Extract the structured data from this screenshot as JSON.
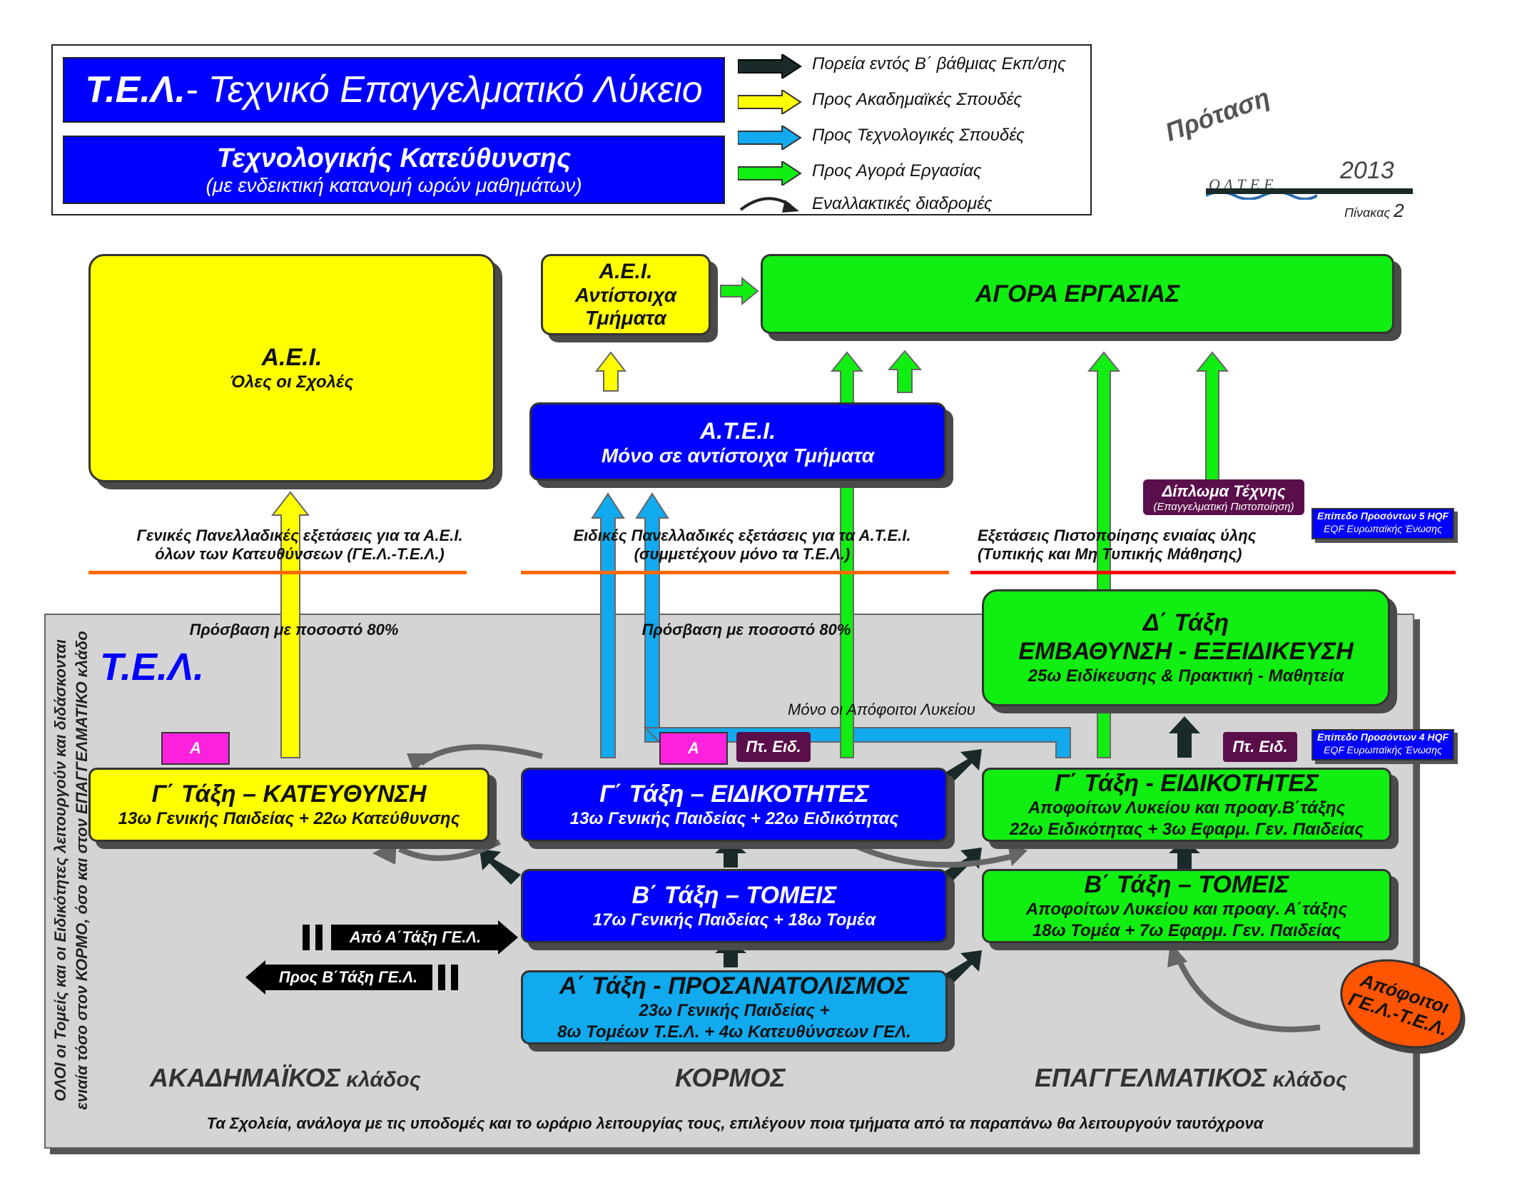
{
  "header": {
    "title_bold": "Τ.Ε.Λ.",
    "title_rest": " - Τεχνικό Επαγγελματικό Λύκειο",
    "subtitle": "Τεχνολογικής Κατεύθυνσης",
    "subtitle2": "(με ενδεικτική κατανομή ωρών μαθημάτων)"
  },
  "legend": [
    {
      "label": "Πορεία εντός Β΄ βάθμιας Εκπ/σης",
      "color": "#1a2a2a",
      "icon": "dark-arrow-icon"
    },
    {
      "label": "Προς Ακαδημαϊκές Σπουδές",
      "color": "#ffff00",
      "icon": "yellow-arrow-icon"
    },
    {
      "label": "Προς Τεχνολογικές Σπουδές",
      "color": "#11aaee",
      "icon": "blue-arrow-icon"
    },
    {
      "label": "Προς Αγορά Εργασίας",
      "color": "#11ee11",
      "icon": "green-arrow-icon"
    },
    {
      "label": "Εναλλακτικές διαδρομές",
      "color": "#222222",
      "icon": "curved-arrow-icon"
    }
  ],
  "proposal": "Πρόταση",
  "year": "2013",
  "logo_text": "ΟΛΤΕΕ",
  "table_label": "Πίνακας",
  "table_number": "2",
  "boxes": {
    "aei_all_t1": "Α.Ε.Ι.",
    "aei_all_t2": "Όλες οι Σχολές",
    "aei_corr_t1": "Α.Ε.Ι.",
    "aei_corr_t2": "Αντίστοιχα",
    "aei_corr_t3": "Τμήματα",
    "market": "ΑΓΟΡΑ ΕΡΓΑΣΙΑΣ",
    "atei_t1": "Α.Τ.Ε.Ι.",
    "atei_t2": "Μόνο σε αντίστοιχα Τμήματα",
    "d_t1": "Δ΄ Τάξη",
    "d_t2": "ΕΜΒΑΘΥΝΣΗ - ΕΞΕΙΔΙΚΕΥΣΗ",
    "d_t3": "25ω Ειδίκευσης & Πρακτική - Μαθητεία",
    "g_acad_t1": "Γ΄ Τάξη –  ΚΑΤΕΥΘΥΝΣΗ",
    "g_acad_t2": "13ω Γενικής Παιδείας + 22ω Κατεύθυνσης",
    "g_core_t1": "Γ΄ Τάξη – ΕΙΔΙΚΟΤΗΤΕΣ",
    "g_core_t2": "13ω Γενικής Παιδείας + 22ω Ειδικότητας",
    "g_voc_t1": "Γ΄ Τάξη  - ΕΙΔΙΚΟΤΗΤΕΣ",
    "g_voc_t2": "Αποφοίτων Λυκείου και προαγ.Β΄τάξης",
    "g_voc_t3": "22ω Ειδικότητας + 3ω Εφαρμ. Γεν. Παιδείας",
    "b_core_t1": "Β΄ Τάξη – ΤΟΜΕΙΣ",
    "b_core_t2": "17ω Γενικής Παιδείας + 18ω Τομέα",
    "b_voc_t1": "Β΄ Τάξη – ΤΟΜΕΙΣ",
    "b_voc_t2": "Αποφοίτων Λυκείου και προαγ. Α΄τάξης",
    "b_voc_t3": "18ω Τομέα + 7ω Εφαρμ. Γεν. Παιδείας",
    "a_t1": "Α΄ Τάξη - ΠΡΟΣΑΝΑΤΟΛΙΣΜΟΣ",
    "a_t2": "23ω Γενικής Παιδείας +",
    "a_t3": "8ω Τομέων Τ.Ε.Λ. + 4ω Κατευθύνσεων ΓΕΛ.",
    "graduates": "Απόφοιτοι ΓΕ.Λ.-Τ.Ε.Λ."
  },
  "exams": {
    "general_1": "Γενικές Πανελλαδικές εξετάσεις για τα Α.Ε.Ι.",
    "general_2": "όλων των Κατευθύνσεων (ΓΕ.Λ.-Τ.Ε.Λ.)",
    "special_1": "Ειδικές Πανελλαδικές εξετάσεις για τα Α.Τ.Ε.Ι.",
    "special_2": "(συμμετέχουν μόνο τα Τ.Ε.Λ.)",
    "cert_1": "Εξετάσεις Πιστοποίησης ενιαίας ύλης",
    "cert_2": "(Τυπικής και Μη Τυπικής Μάθησης)"
  },
  "diploma_t1": "Δίπλωμα Τέχνης",
  "diploma_t2": "(Επαγγελματική Πιστοποίηση)",
  "hqf5_t1": "Επίπεδο Προσόντων 5 HQF",
  "hqf5_t2": "EQF Ευρωπαϊκής Ένωσης",
  "hqf4_t1": "Επίπεδο Προσόντων 4 HQF",
  "hqf4_t2": "EQF Ευρωπαϊκής Ένωσης",
  "access_1": "Πρόσβαση με ποσοστό 80%",
  "access_2": "Πρόσβαση με ποσοστό 80%",
  "tel_label": "Τ.Ε.Λ.",
  "only_grads": "Μόνο οι Απόφοιτοι Λυκείου",
  "tag_a": "Α",
  "tag_pt": "Πτ. Ειδ.",
  "from_gel": "Από Α΄Τάξη ΓΕ.Λ.",
  "to_gel": "Προς Β΄Τάξη ΓΕ.Λ.",
  "side_1": "ΟΛΟΙ οι Τομείς και οι Ειδικότητες λειτουργούν και διδάσκονται",
  "side_2": "ενιαία τόσο στον ΚΟΡΜΟ, όσο και στον ΕΠΑΓΓΕΛΜΑΤΙΚΟ κλάδο",
  "branch_acad_1": "ΑΚΑΔΗΜΑΪΚΟΣ",
  "branch_acad_2": " κλάδος",
  "branch_core": "ΚΟΡΜΟΣ",
  "branch_voc_1": "ΕΠΑΓΓΕΛΜΑΤΙΚΟΣ",
  "branch_voc_2": " κλάδος",
  "footer_note": "Τα Σχολεία, ανάλογα με τις υποδομές και το ωράριο λειτουργίας τους, επιλέγουν ποια τμήματα από τα παραπάνω θα λειτουργούν ταυτόχρονα"
}
